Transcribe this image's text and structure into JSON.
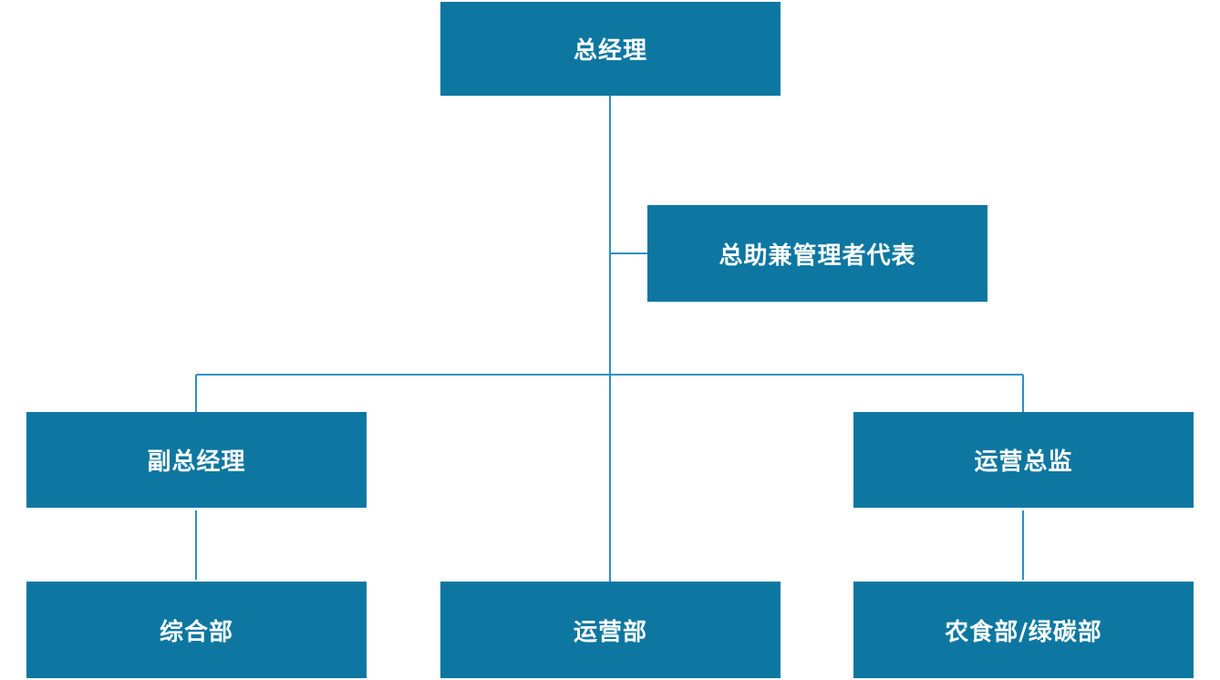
{
  "org_chart": {
    "line_color": "#2f8fc4",
    "box_color": "#0d77a1",
    "text_color": "#ffffff",
    "nodes": {
      "general_manager": "总经理",
      "assistant": "总助兼管理者代表",
      "deputy_gm": "副总经理",
      "ops_director": "运营总监",
      "general_dept": "综合部",
      "ops_dept": "运营部",
      "agri_dept": "农食部/绿碳部"
    }
  }
}
